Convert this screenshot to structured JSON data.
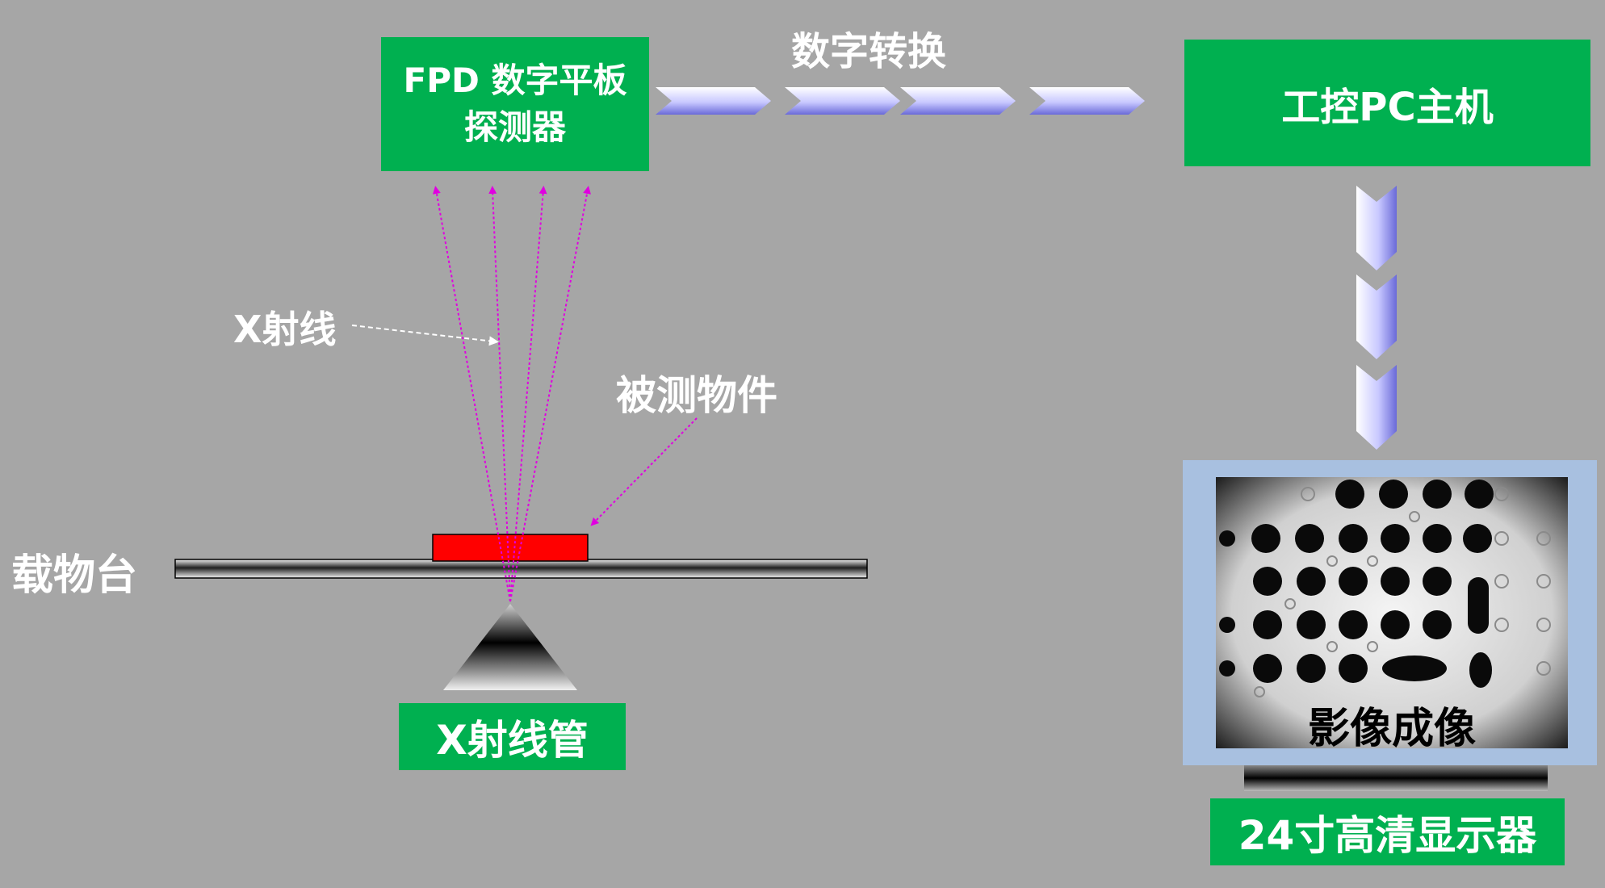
{
  "labels": {
    "fpd_detector": "FPD 数字平板探测器",
    "digital_conversion": "数字转换",
    "pc_host": "工控PC主机",
    "xray": "X射线",
    "object_under_test": "被测物件",
    "stage": "载物台",
    "xray_tube": "X射线管",
    "imaging": "影像成像",
    "monitor": "24寸高清显示器"
  },
  "colors": {
    "background": "#a6a6a6",
    "box_green": "#00b050",
    "ray_magenta": "#e000e0",
    "sample_red": "#ff0000",
    "monitor_frame": "#a8c0e0",
    "arrow_fill": "#c8c8ff"
  }
}
